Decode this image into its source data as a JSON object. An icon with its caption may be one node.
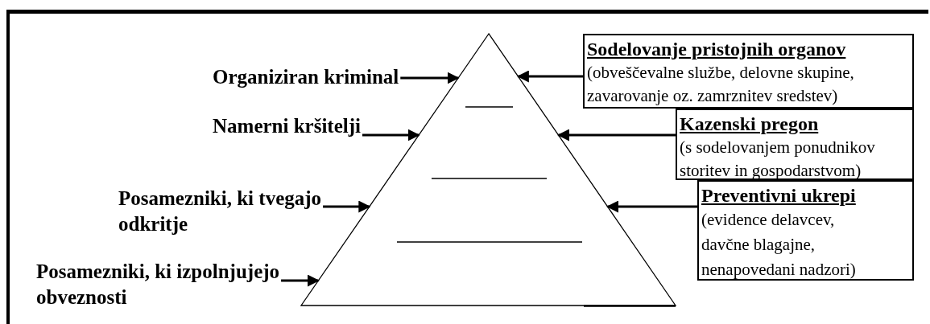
{
  "diagram": {
    "nodes": [
      {
        "text": [],
        "shape": "triangle"
      },
      {
        "text": [
          "Organiziran kriminal"
        ]
      },
      {
        "text": [
          "Namerni kršitelji"
        ]
      },
      {
        "text": [
          "Posamezniki, ki tvegajo odkritje"
        ]
      },
      {
        "text": [
          "Posamezniki, ki izpolnjujejo obveznosti"
        ]
      },
      {
        "text": [
          "Sodelovanje pristojnih organov",
          "(obveščevalne službe, delovne skupine, zavarovanje oz. zamrznitev sredstev)"
        ]
      },
      {
        "text": [
          "Kazenski pregon",
          "(s sodelovanjem ponudnikov storitev in gospodarstvom)"
        ]
      },
      {
        "text": [
          "Preventivni ukrepi",
          "(evidence delavcev, davčne blagajne, nenapovedani nadzori)"
        ]
      }
    ],
    "edges": [
      {
        "from": 1,
        "to": 0,
        "arrow": "to"
      },
      {
        "from": 2,
        "to": 0,
        "arrow": "to"
      },
      {
        "from": 3,
        "to": 0,
        "arrow": "to"
      },
      {
        "from": 4,
        "to": 0,
        "arrow": "to"
      },
      {
        "from": 5,
        "to": 0,
        "arrow": "to"
      },
      {
        "from": 6,
        "to": 0,
        "arrow": "to"
      },
      {
        "from": 7,
        "to": 0,
        "arrow": "to"
      }
    ]
  }
}
